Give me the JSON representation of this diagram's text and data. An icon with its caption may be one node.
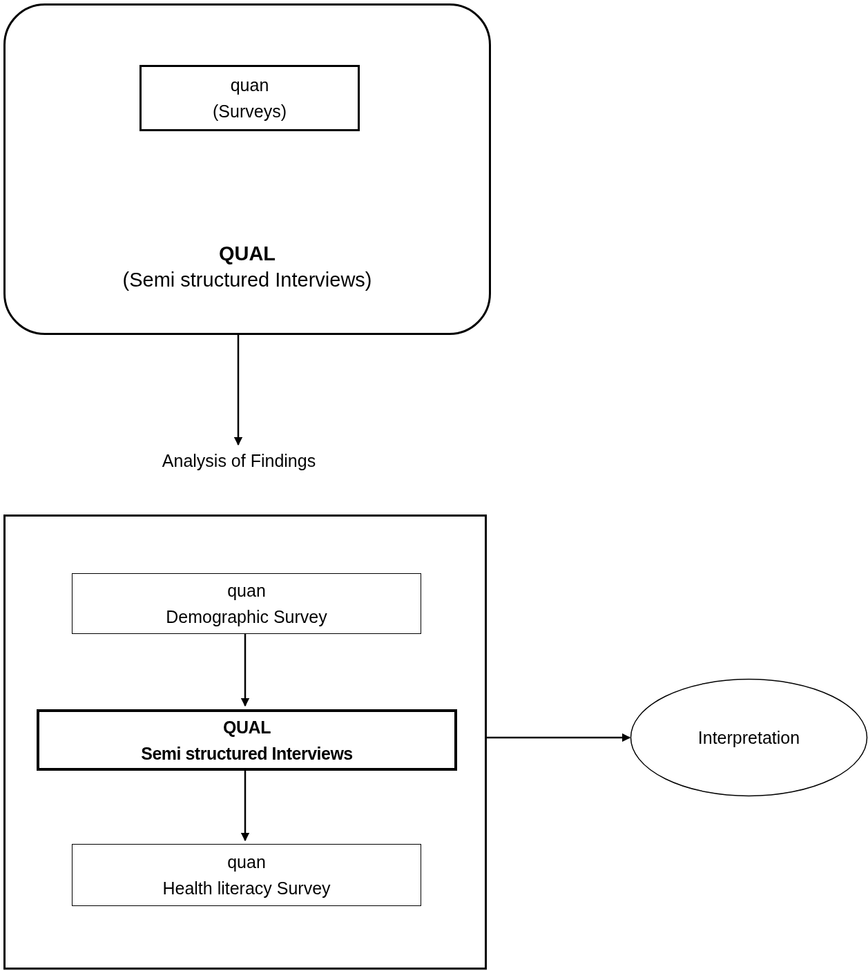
{
  "diagram": {
    "nodes": [
      {
        "text": [
          "QUAL",
          "(Semi structured Interviews)"
        ]
      },
      {
        "text": [
          "quan",
          "(Surveys)"
        ],
        "in": 0
      },
      {
        "text": [
          "Analysis of Findings"
        ]
      },
      {
        "text": [],
        "shape": "box"
      },
      {
        "text": [
          "quan",
          "Demographic Survey"
        ],
        "in": 3
      },
      {
        "text": [
          "QUAL",
          "Semi structured Interviews"
        ],
        "in": 3
      },
      {
        "text": [
          "quan",
          "Health literacy Survey"
        ],
        "in": 3
      },
      {
        "text": [
          "Interpretation"
        ]
      }
    ],
    "edges": [
      {
        "from": 0,
        "to": 2,
        "arrow": "to"
      },
      {
        "from": 4,
        "to": 5,
        "arrow": "to"
      },
      {
        "from": 5,
        "to": 6,
        "arrow": "to"
      },
      {
        "from": 3,
        "to": 7,
        "arrow": "to"
      }
    ]
  }
}
